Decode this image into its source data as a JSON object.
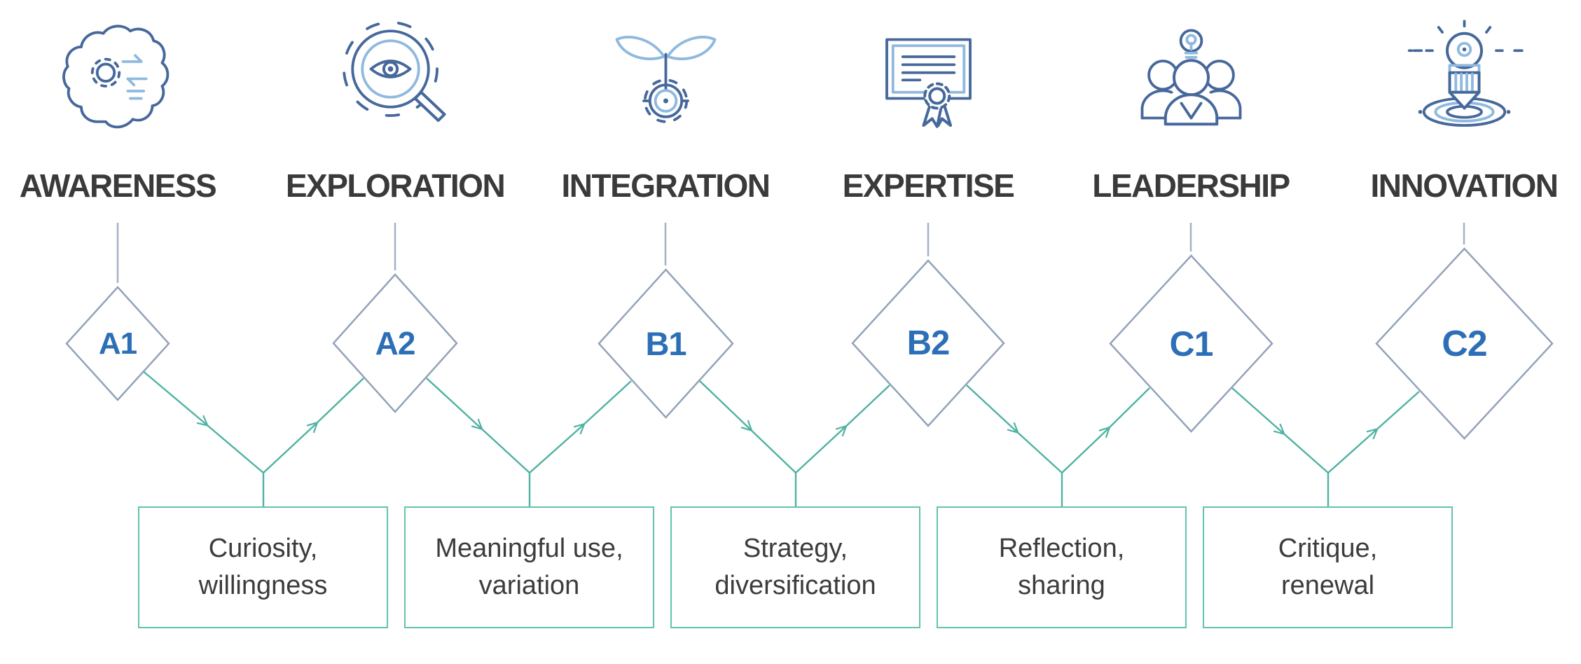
{
  "diagram": {
    "stages": [
      {
        "name": "AWARENESS",
        "code": "A1",
        "icon": "brain-gears-icon"
      },
      {
        "name": "EXPLORATION",
        "code": "A2",
        "icon": "gear-eye-magnifier-icon"
      },
      {
        "name": "INTEGRATION",
        "code": "B1",
        "icon": "sprout-gear-icon"
      },
      {
        "name": "EXPERTISE",
        "code": "B2",
        "icon": "certificate-icon"
      },
      {
        "name": "LEADERSHIP",
        "code": "C1",
        "icon": "people-lightbulb-icon"
      },
      {
        "name": "INNOVATION",
        "code": "C2",
        "icon": "idea-target-icon"
      }
    ],
    "transitions": [
      {
        "from": "A1",
        "to": "A2",
        "label": "Curiosity,\nwillingness"
      },
      {
        "from": "A2",
        "to": "B1",
        "label": "Meaningful use,\nvariation"
      },
      {
        "from": "B1",
        "to": "B2",
        "label": "Strategy,\ndiversification"
      },
      {
        "from": "B2",
        "to": "C1",
        "label": "Reflection,\nsharing"
      },
      {
        "from": "C1",
        "to": "C2",
        "label": "Critique,\nrenewal"
      }
    ]
  },
  "colors": {
    "label_dark": "#3a3a3a",
    "code_blue": "#2d6fb7",
    "diamond_border": "#93a3b8",
    "stem_gray": "#a4b2c4",
    "flow_teal": "#4fb2a2",
    "box_border": "#62c3ae",
    "text_dark": "#3c3c3c",
    "icon_dark": "#46689b",
    "icon_light": "#8fb9de",
    "bg": "#ffffff"
  }
}
